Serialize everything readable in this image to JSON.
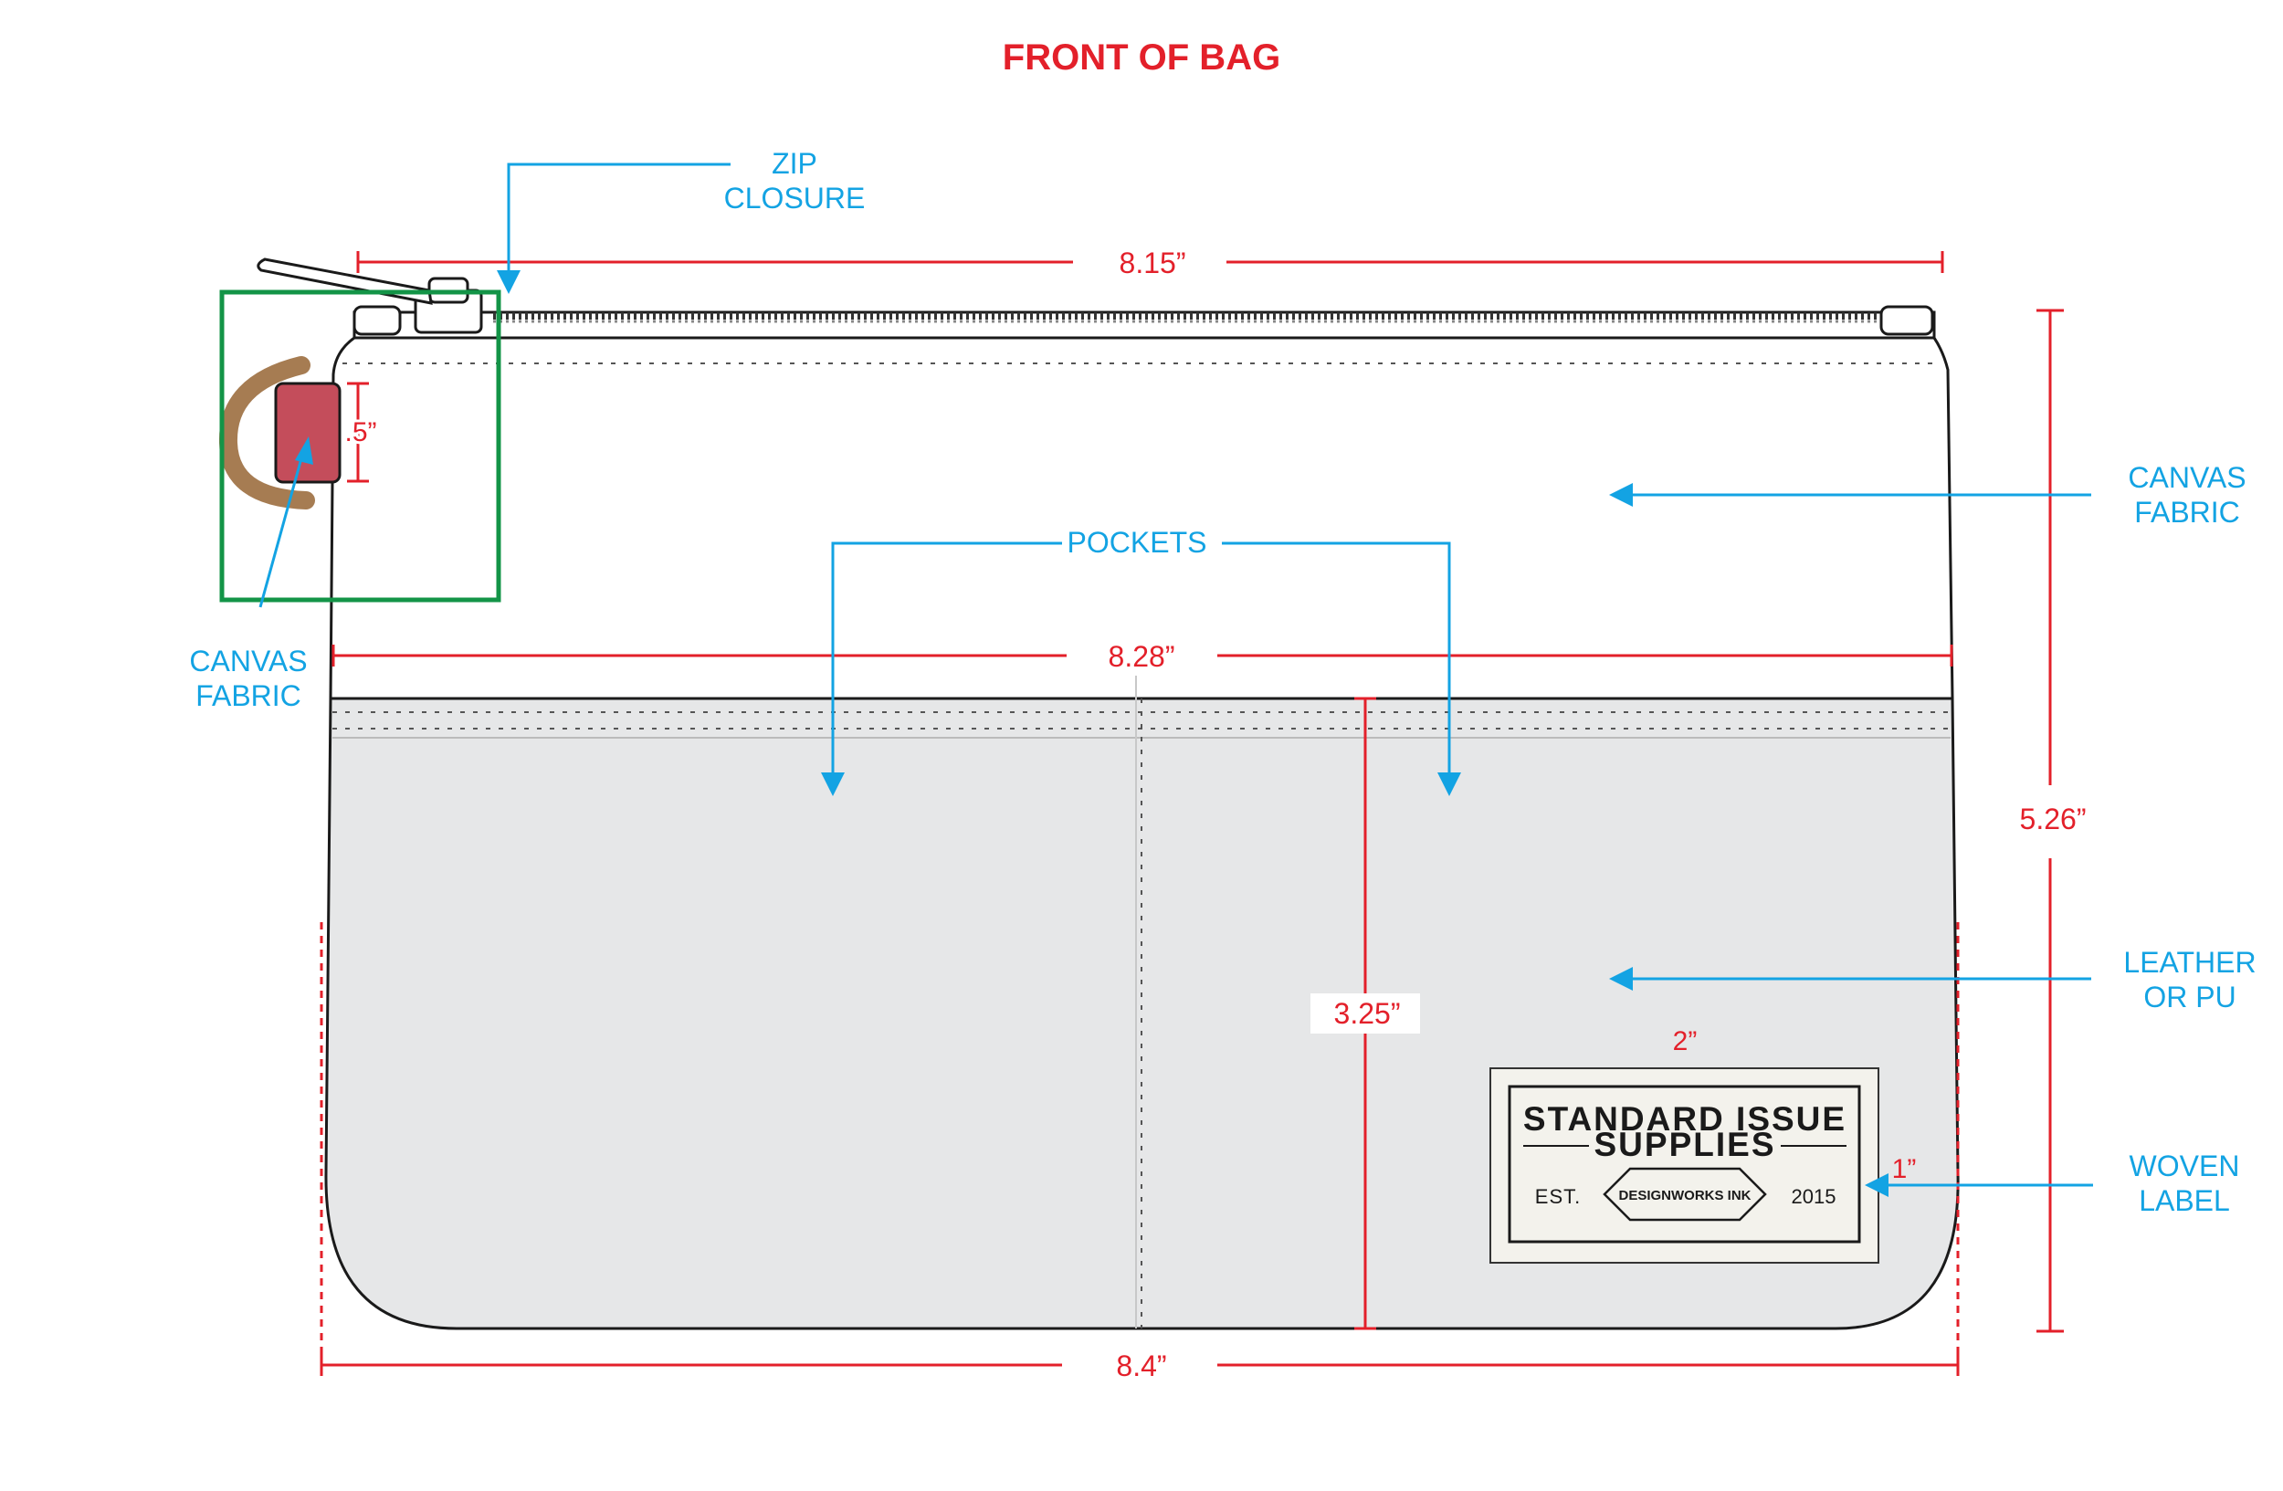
{
  "title": "FRONT OF BAG",
  "callouts": {
    "zip_closure": [
      "ZIP",
      "CLOSURE"
    ],
    "canvas_fabric_right": [
      "CANVAS",
      "FABRIC"
    ],
    "canvas_fabric_left": [
      "CANVAS",
      "FABRIC"
    ],
    "pockets": "POCKETS",
    "leather_or_pu": [
      "LEATHER",
      "OR PU"
    ],
    "woven_label": [
      "WOVEN",
      "LABEL"
    ]
  },
  "dimensions": {
    "zip_width": "8.15”",
    "mid_width": "8.28”",
    "bottom_width": "8.4”",
    "total_height": "5.26”",
    "pocket_height": "3.25”",
    "tab_height": ".5”",
    "label_width": "2”",
    "label_height": "1”"
  },
  "woven_label": {
    "line1": "STANDARD ISSUE",
    "line2": "SUPPLIES",
    "est": "EST.",
    "badge": "DESIGNWORKS INK",
    "year": "2015"
  },
  "colors": {
    "annotation_red": "#e3202a",
    "callout_blue": "#13a3e3",
    "highlight_green": "#139447",
    "pocket_gray": "#e6e7e8",
    "tab_red": "#c44d5b",
    "d_ring": "#a67c52",
    "label_bg": "#f3f2ec"
  },
  "icons": {
    "d_ring": "d-ring-icon",
    "zipper_pull": "zipper-pull-icon"
  }
}
